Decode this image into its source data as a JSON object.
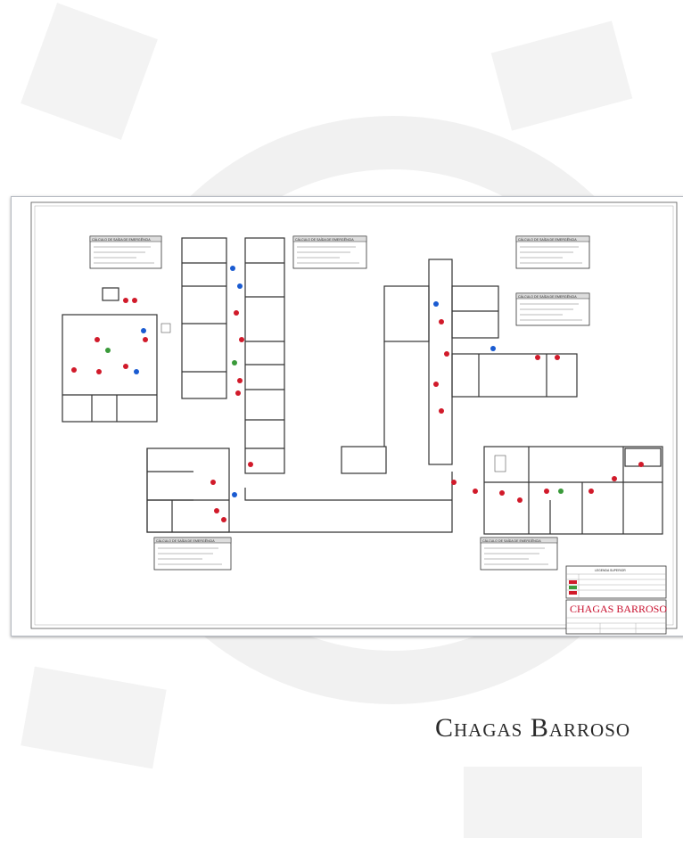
{
  "brand": {
    "name": "Chagas Barroso",
    "logo_text": "CHAGAS BARROSO"
  },
  "calc_boxes": [
    {
      "title": "CÁLCULO DE SAÍDA DE EMERGÊNCIA"
    },
    {
      "title": "CÁLCULO DE SAÍDA DE EMERGÊNCIA"
    },
    {
      "title": "CÁLCULO DE SAÍDA DE EMERGÊNCIA"
    },
    {
      "title": "CÁLCULO DE SAÍDA DE EMERGÊNCIA"
    },
    {
      "title": "CÁLCULO DE SAÍDA DE EMERGÊNCIA"
    },
    {
      "title": "CÁLCULO DE SAÍDA DE EMERGÊNCIA"
    }
  ],
  "legend": {
    "title": "LEGENDA SUPERIOR"
  },
  "colors": {
    "accent_red": "#d11a2a",
    "accent_blue": "#1a5bd1",
    "accent_green": "#3a9a3a",
    "line": "#3a3a3a",
    "watermark": "#f2f2f2"
  }
}
